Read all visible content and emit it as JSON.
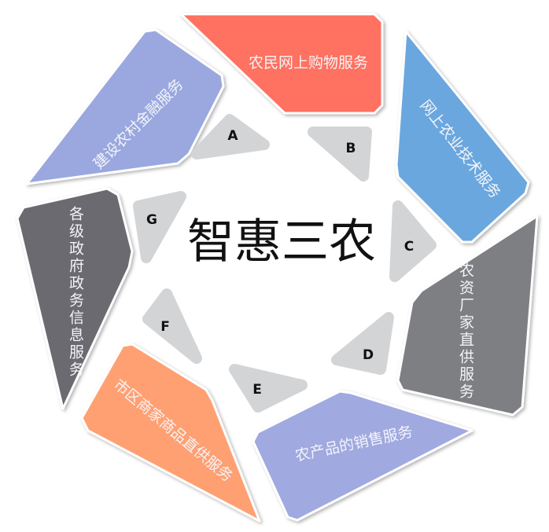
{
  "title": "智惠三农",
  "colors": {
    "red": "#ff7161",
    "blue": "#6ba7df",
    "gray": "#7e7f83",
    "dark_gray": "#6a6b6f",
    "periwinkle": "#9aa8df",
    "orange": "#ffa072",
    "lavender": "#a0a9e0",
    "triangle": "#d3d4d6"
  },
  "services": [
    {
      "key": "A",
      "label": "农民网上购物服务"
    },
    {
      "key": "B",
      "label": "网上农业技术服务"
    },
    {
      "key": "C",
      "label": "农资厂家直供服务"
    },
    {
      "key": "D",
      "label": "农产品的销售服务"
    },
    {
      "key": "E",
      "label": "市区商家商品直供服务"
    },
    {
      "key": "F",
      "label": "各级政府政务信息服务"
    },
    {
      "key": "G",
      "label": "建设农村金融服务"
    }
  ],
  "markers": [
    "A",
    "B",
    "C",
    "D",
    "E",
    "F",
    "G"
  ]
}
